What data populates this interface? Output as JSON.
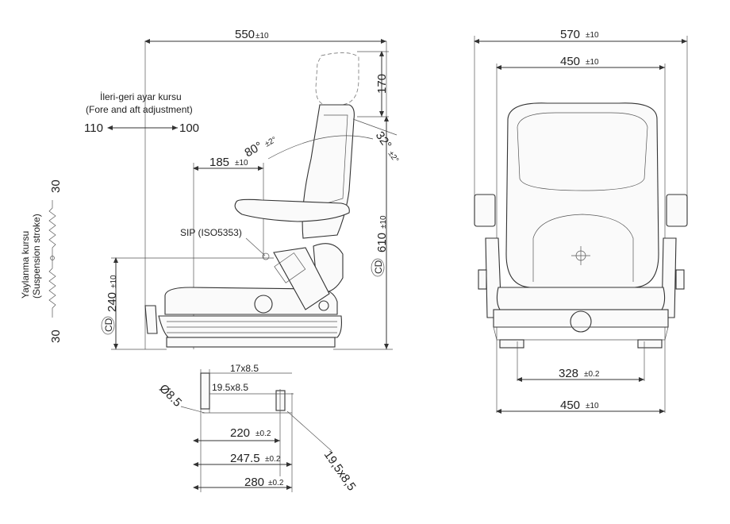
{
  "side": {
    "overall_depth": "550",
    "overall_depth_tol": "±10",
    "fore_aft_label_tr": "İleri-geri ayar kursu",
    "fore_aft_label_en": "(Fore and aft adjustment)",
    "fore_aft_back": "110",
    "fore_aft_fwd": "100",
    "headrest": "170",
    "backrest_angle": "80°",
    "backrest_angle_tol": "±2°",
    "recline_angle": "32°",
    "recline_angle_tol": "±2°",
    "sip_offset": "185",
    "sip_offset_tol": "±10",
    "sip_label": "SIP (ISO5353)",
    "height_total": "610",
    "height_total_tol": "±10",
    "height_total_ref": "CD",
    "height_sip": "240",
    "height_sip_tol": "±10",
    "height_sip_ref": "CD",
    "suspension_label_tr": "Yaylanma kursu",
    "suspension_label_en": "(Suspension stroke)",
    "suspension_up": "30",
    "suspension_down": "30"
  },
  "mounting": {
    "slot_a": "17x8.5",
    "slot_b": "19.5x8.5",
    "hole": "Ø8.5",
    "slot_c": "19,5x8,5",
    "dist_a": "220",
    "dist_a_tol": "±0.2",
    "dist_b": "247.5",
    "dist_b_tol": "±0.2",
    "dist_c": "280",
    "dist_c_tol": "±0.2"
  },
  "front": {
    "overall_width": "570",
    "overall_width_tol": "±10",
    "back_width": "450",
    "back_width_tol": "±10",
    "rail_spacing": "328",
    "rail_spacing_tol": "±0.2",
    "base_width": "450",
    "base_width_tol": "±10"
  }
}
